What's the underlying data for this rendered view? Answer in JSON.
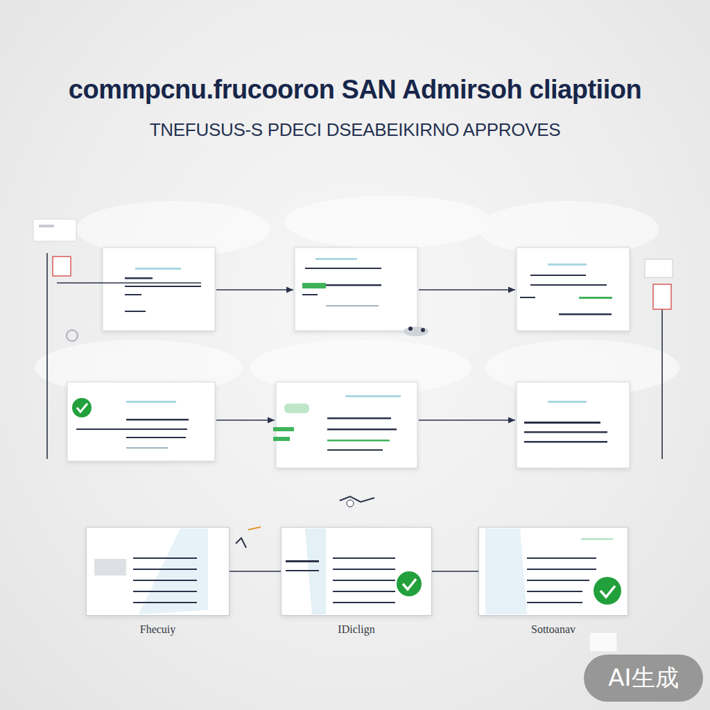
{
  "diagram": {
    "title": "commpcnu.frucooron SAN Admirsoh cliaptiion",
    "nodes": [
      {
        "text": [
          "Fhecuiy"
        ]
      },
      {
        "text": [
          "IDiclign"
        ]
      },
      {
        "text": [
          "Sottoanav"
        ]
      }
    ],
    "edges": [
      {
        "from": 0,
        "to": 1,
        "arrow": "none"
      },
      {
        "from": 1,
        "to": 2,
        "arrow": "none"
      }
    ],
    "labels": [
      "TNEFUSUS-S PDECI DSEABEIKIRNO APPROVES",
      "AI生成"
    ]
  }
}
